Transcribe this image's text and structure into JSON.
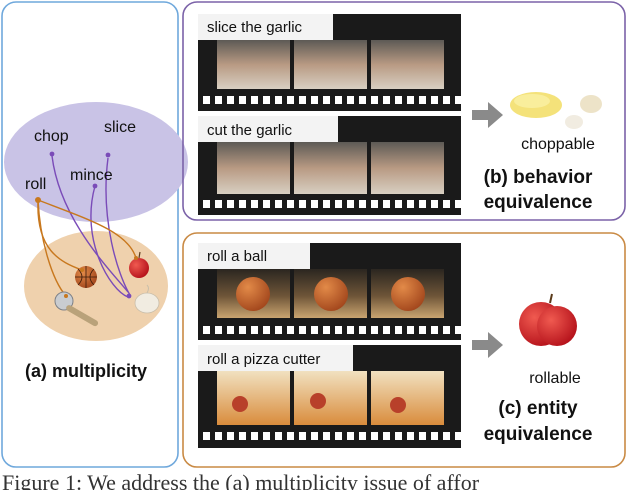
{
  "panels": {
    "multiplicity": {
      "label": "(a) multiplicity",
      "verbs": [
        "chop",
        "slice",
        "roll",
        "mince"
      ]
    },
    "behavior": {
      "label_line1": "(b) behavior",
      "label_line2": "equivalence",
      "clips": [
        "slice the garlic",
        "cut the garlic"
      ],
      "property": "choppable"
    },
    "entity": {
      "label_line1": "(c) entity",
      "label_line2": "equivalence",
      "clips": [
        "roll a ball",
        "roll a pizza cutter"
      ],
      "property": "rollable"
    }
  },
  "caption": "Figure 1: We address the (a) multiplicity issue of affor",
  "colors": {
    "multiplicity_border": "#6fa8dc",
    "behavior_border": "#7b62a8",
    "entity_border": "#c98a44",
    "verb_ellipse": "#c9c3e6",
    "object_ellipse": "#efd1ad",
    "orange_edge": "#c8781e",
    "purple_edge": "#7a4bb8",
    "film": "#1a1a1a",
    "arrow": "#8a8a8a"
  },
  "icons": [
    "basketball-icon",
    "apple-icon",
    "garlic-icon",
    "pizza-cutter-icon",
    "grated-garlic-icon"
  ]
}
